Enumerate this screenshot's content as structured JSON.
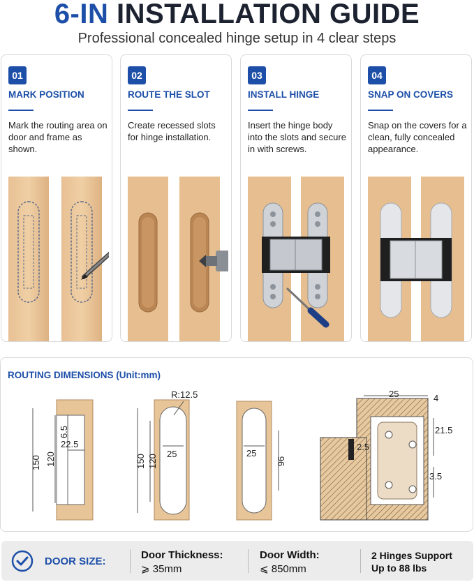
{
  "header": {
    "title_accent": "6-IN",
    "title_rest": " INSTALLATION GUIDE",
    "subtitle": "Professional concealed hinge setup in 4 clear steps"
  },
  "steps": [
    {
      "num": "01",
      "title": "MARK POSITION",
      "desc": "Mark the routing area on door and frame as shown.",
      "icon": "pencil-icon"
    },
    {
      "num": "02",
      "title": "ROUTE THE SLOT",
      "desc": "Create recessed slots for hinge installation.",
      "icon": "router-bit-icon"
    },
    {
      "num": "03",
      "title": "INSTALL HINGE",
      "desc": "Insert the hinge body into the slots and secure in with screws.",
      "icon": "screwdriver-icon"
    },
    {
      "num": "04",
      "title": "SNAP ON COVERS",
      "desc": "Snap on the covers for a clean, fully concealed appearance.",
      "icon": "hinge-cover-icon"
    }
  ],
  "dimensions": {
    "title": "ROUTING DIMENSIONS (Unit:mm)",
    "d1": {
      "h_outer": "150",
      "h_inner": "120",
      "depth": "6.5",
      "width": "22.5"
    },
    "d2": {
      "radius": "R:12.5",
      "h_outer": "150",
      "h_inner": "120",
      "width": "25"
    },
    "d3": {
      "width": "25",
      "height": "96"
    },
    "d4": {
      "top": "25",
      "gap": "4",
      "right": "21.5",
      "left_offset": "2.5",
      "right_low": "3.5"
    }
  },
  "footer": {
    "label": "DOOR SIZE:",
    "thickness_label": "Door Thickness:",
    "thickness_value": "⩾ 35mm",
    "width_label": "Door Width:",
    "width_value": "⩽ 850mm",
    "support_line1": "2 Hinges Support",
    "support_line2": "Up to 88 lbs"
  },
  "colors": {
    "accent": "#1d4fa8",
    "wood": "#e3b887"
  }
}
